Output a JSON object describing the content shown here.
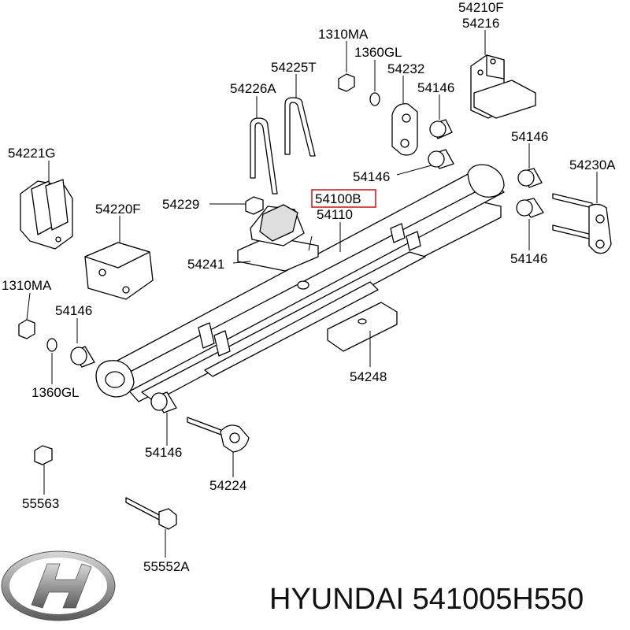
{
  "diagram": {
    "labels": {
      "l54210f": "54210F",
      "l54216": "54216",
      "l1310ma_top": "1310MA",
      "l1360gl_top": "1360GL",
      "l54225t": "54225T",
      "l54232": "54232",
      "l54226a": "54226A",
      "l54146_a": "54146",
      "l54146_b": "54146",
      "l54146_c": "54146",
      "l54221g": "54221G",
      "l54230a": "54230A",
      "l54220f": "54220F",
      "l54229": "54229",
      "l54100b": "54100B",
      "l54110": "54110",
      "l54146_d": "54146",
      "l54241": "54241",
      "l1310ma_left": "1310MA",
      "l54146_e": "54146",
      "l54248": "54248",
      "l1360gl_left": "1360GL",
      "l54146_f": "54146",
      "l54224": "54224",
      "l55563": "55563",
      "l55552a": "55552A"
    }
  },
  "brand": {
    "logo_icon": "hyundai-logo",
    "text": "HYUNDAI 541005H550"
  }
}
